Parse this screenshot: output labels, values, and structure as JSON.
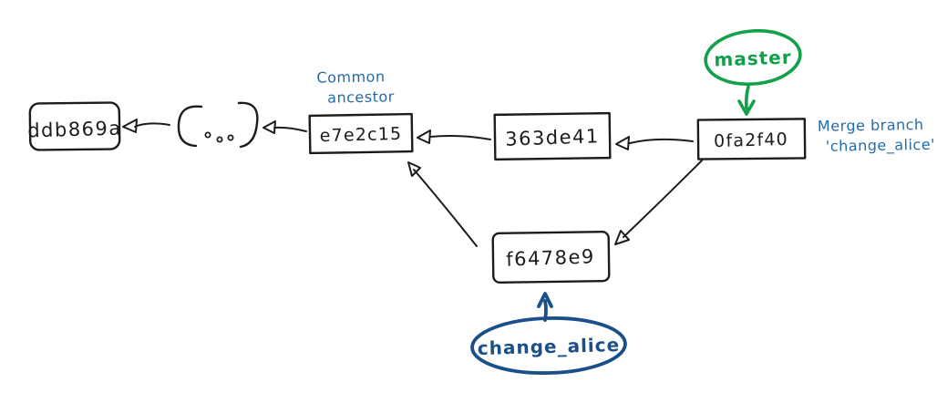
{
  "colors": {
    "ink": "#1c1c1c",
    "green": "#13a04b",
    "blue_annotation": "#1f6bad",
    "blue_branch": "#1b4f8a",
    "background": "#ffffff"
  },
  "nodes": {
    "ddb869a": {
      "label": "ddb869a"
    },
    "ellipsis": {
      "label": "[...]"
    },
    "e7e2c15": {
      "label": "e7e2c15"
    },
    "363de41": {
      "label": "363de41"
    },
    "0fa2f40": {
      "label": "0fa2f40"
    },
    "f6478e9": {
      "label": "f6478e9"
    }
  },
  "branches": {
    "master": {
      "label": "master"
    },
    "change_alice": {
      "label": "change_alice"
    }
  },
  "annotations": {
    "common_ancestor": {
      "line1": "Common",
      "line2": "ancestor"
    },
    "merge_note": {
      "line1": "Merge branch",
      "line2": "'change_alice'"
    }
  }
}
